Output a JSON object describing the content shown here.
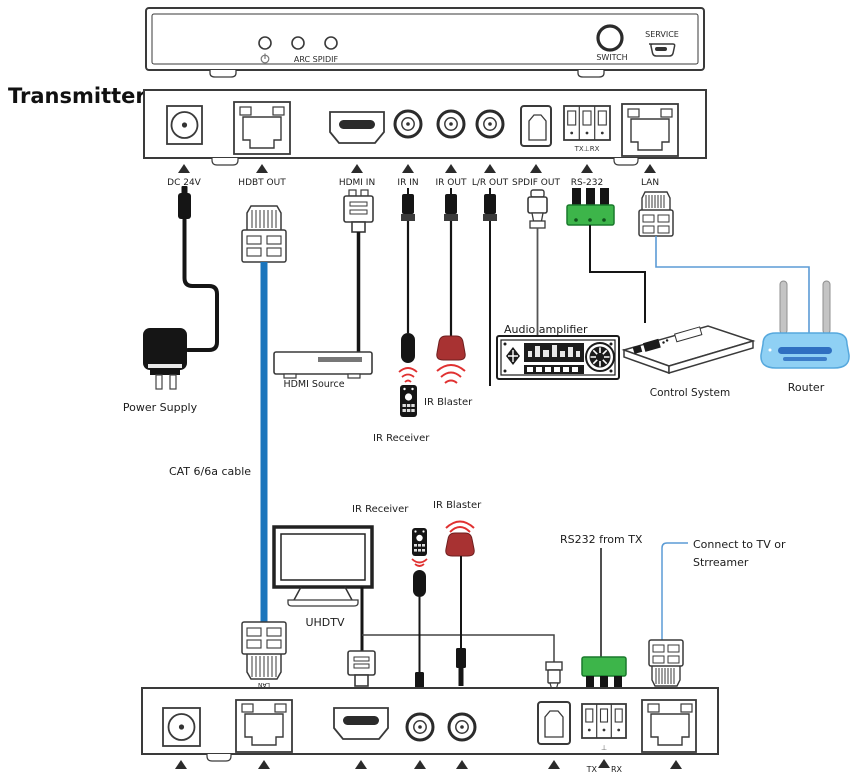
{
  "header": {
    "title": "Transmitter"
  },
  "top_panel": {
    "led_label": "ARC SPIDIF",
    "switch_label": "SWITCH",
    "service_label": "SERVICE"
  },
  "tx": {
    "ports": [
      "DC 24V",
      "HDBT OUT",
      "HDMI IN",
      "IR IN",
      "IR OUT",
      "L/R OUT",
      "SPDIF OUT",
      "RS-232",
      "LAN"
    ],
    "terminal_label": "TX⊥RX"
  },
  "labels": {
    "power_supply": "Power Supply",
    "cat_cable": "CAT 6/6a cable",
    "hdmi_source": "HDMI Source",
    "ir_blaster_tx": "IR Blaster",
    "ir_receiver_tx": "IR Receiver",
    "audio_amplifier": "Audio amplifier",
    "control_system": "Control System",
    "router": "Router",
    "uhdtv": "UHDTV",
    "ir_receiver_rx": "IR Receiver",
    "ir_blaster_rx": "IR Blaster",
    "rs232_from_tx": "RS232 from TX",
    "connect_line1": "Connect to TV or",
    "connect_line2": "Strreamer"
  },
  "rx": {
    "tx_label": "TX",
    "rx_label": "RX",
    "ground_symbol": "⊥",
    "plug_label": "LAN"
  },
  "colors": {
    "cat_cable_blue": "#1b75bc",
    "thin_line_blue": "#5b9bd5",
    "router_body": "#8fd0f4",
    "router_stripe": "#2f6fc1",
    "terminal_green": "#3db54a",
    "ir_device_red": "#a83232",
    "ir_wave_red": "#e03131"
  }
}
